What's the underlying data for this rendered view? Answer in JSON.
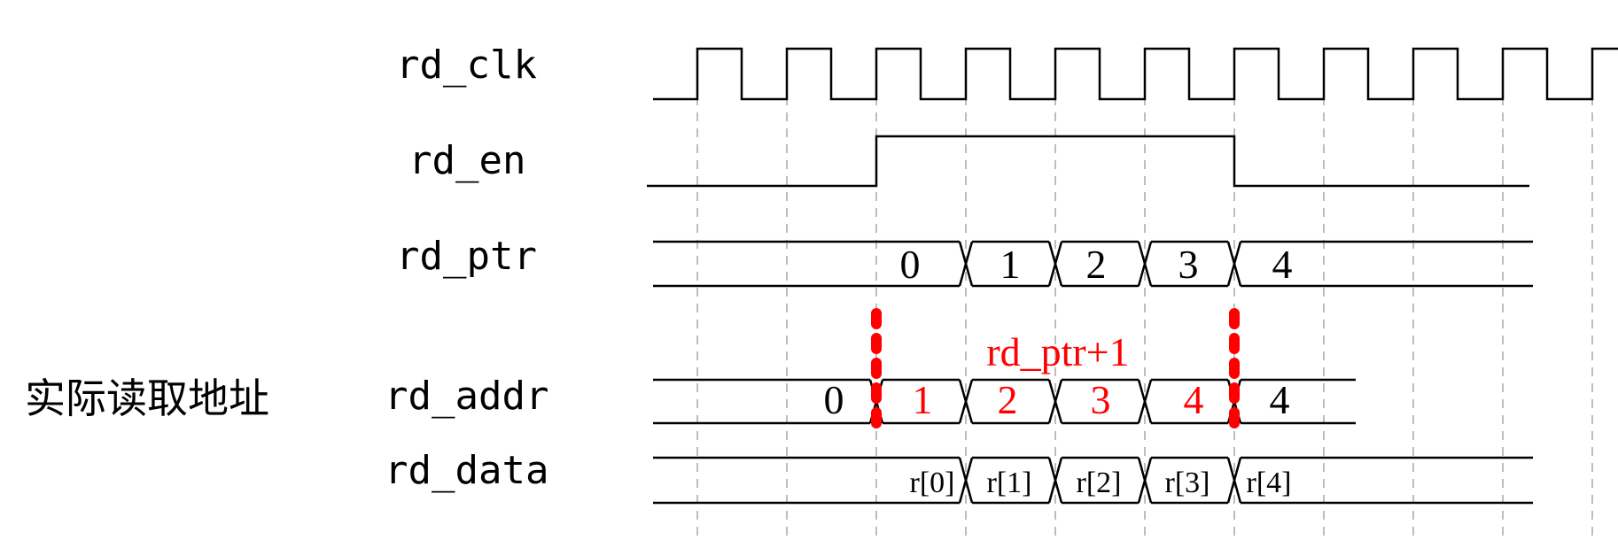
{
  "colors": {
    "line": "#000000",
    "grid": "#bdbdbd",
    "highlight": "#ff0000"
  },
  "annotation": {
    "text": "实际读取地址"
  },
  "highlight_text": "rd_ptr+1",
  "signals": [
    {
      "id": "rd_clk",
      "label": "rd_clk"
    },
    {
      "id": "rd_en",
      "label": "rd_en"
    },
    {
      "id": "rd_ptr",
      "label": "rd_ptr",
      "values": [
        {
          "text": "0",
          "color": "black"
        },
        {
          "text": "1",
          "color": "black"
        },
        {
          "text": "2",
          "color": "black"
        },
        {
          "text": "3",
          "color": "black"
        },
        {
          "text": "4",
          "color": "black"
        }
      ]
    },
    {
      "id": "rd_addr",
      "label": "rd_addr",
      "values": [
        {
          "text": "0",
          "color": "black"
        },
        {
          "text": "1",
          "color": "red"
        },
        {
          "text": "2",
          "color": "red"
        },
        {
          "text": "3",
          "color": "red"
        },
        {
          "text": "4",
          "color": "red"
        },
        {
          "text": "4",
          "color": "black"
        }
      ]
    },
    {
      "id": "rd_data",
      "label": "rd_data",
      "values": [
        {
          "text": "r[0]"
        },
        {
          "text": "r[1]"
        },
        {
          "text": "r[2]"
        },
        {
          "text": "r[3]"
        },
        {
          "text": "r[4]"
        }
      ]
    }
  ]
}
